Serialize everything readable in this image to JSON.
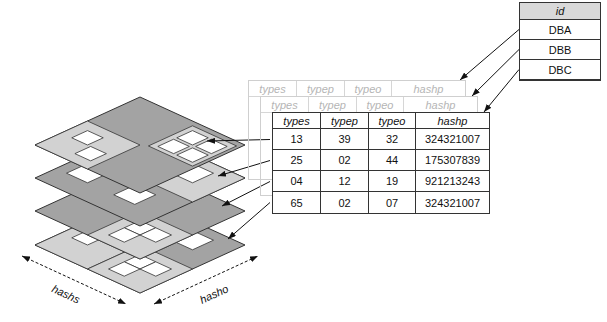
{
  "diagram": {
    "nodes": [
      {
        "text": [
          "types",
          "typep",
          "typeo",
          "hashp"
        ]
      },
      {
        "text": [
          "types",
          "typep",
          "typeo",
          "hashp"
        ]
      },
      {
        "text": [
          "types",
          "typep",
          "typeo",
          "hashp",
          "13",
          "39",
          "32",
          "324321007",
          "25",
          "02",
          "44",
          "175307839",
          "04",
          "12",
          "19",
          "921213243",
          "65",
          "02",
          "07",
          "324321007"
        ]
      },
      {
        "text": [
          "id"
        ]
      },
      {
        "text": [
          "DBA"
        ],
        "in": 3
      },
      {
        "text": [
          "DBB"
        ],
        "in": 3
      },
      {
        "text": [
          "DBC"
        ],
        "in": 3
      }
    ],
    "edges": [
      {
        "from": 4,
        "to": 0,
        "arrow": "to"
      },
      {
        "from": 5,
        "to": 1,
        "arrow": "to"
      },
      {
        "from": 6,
        "to": 2,
        "arrow": "to"
      }
    ],
    "labels": [
      "hashs",
      "hasho"
    ]
  }
}
